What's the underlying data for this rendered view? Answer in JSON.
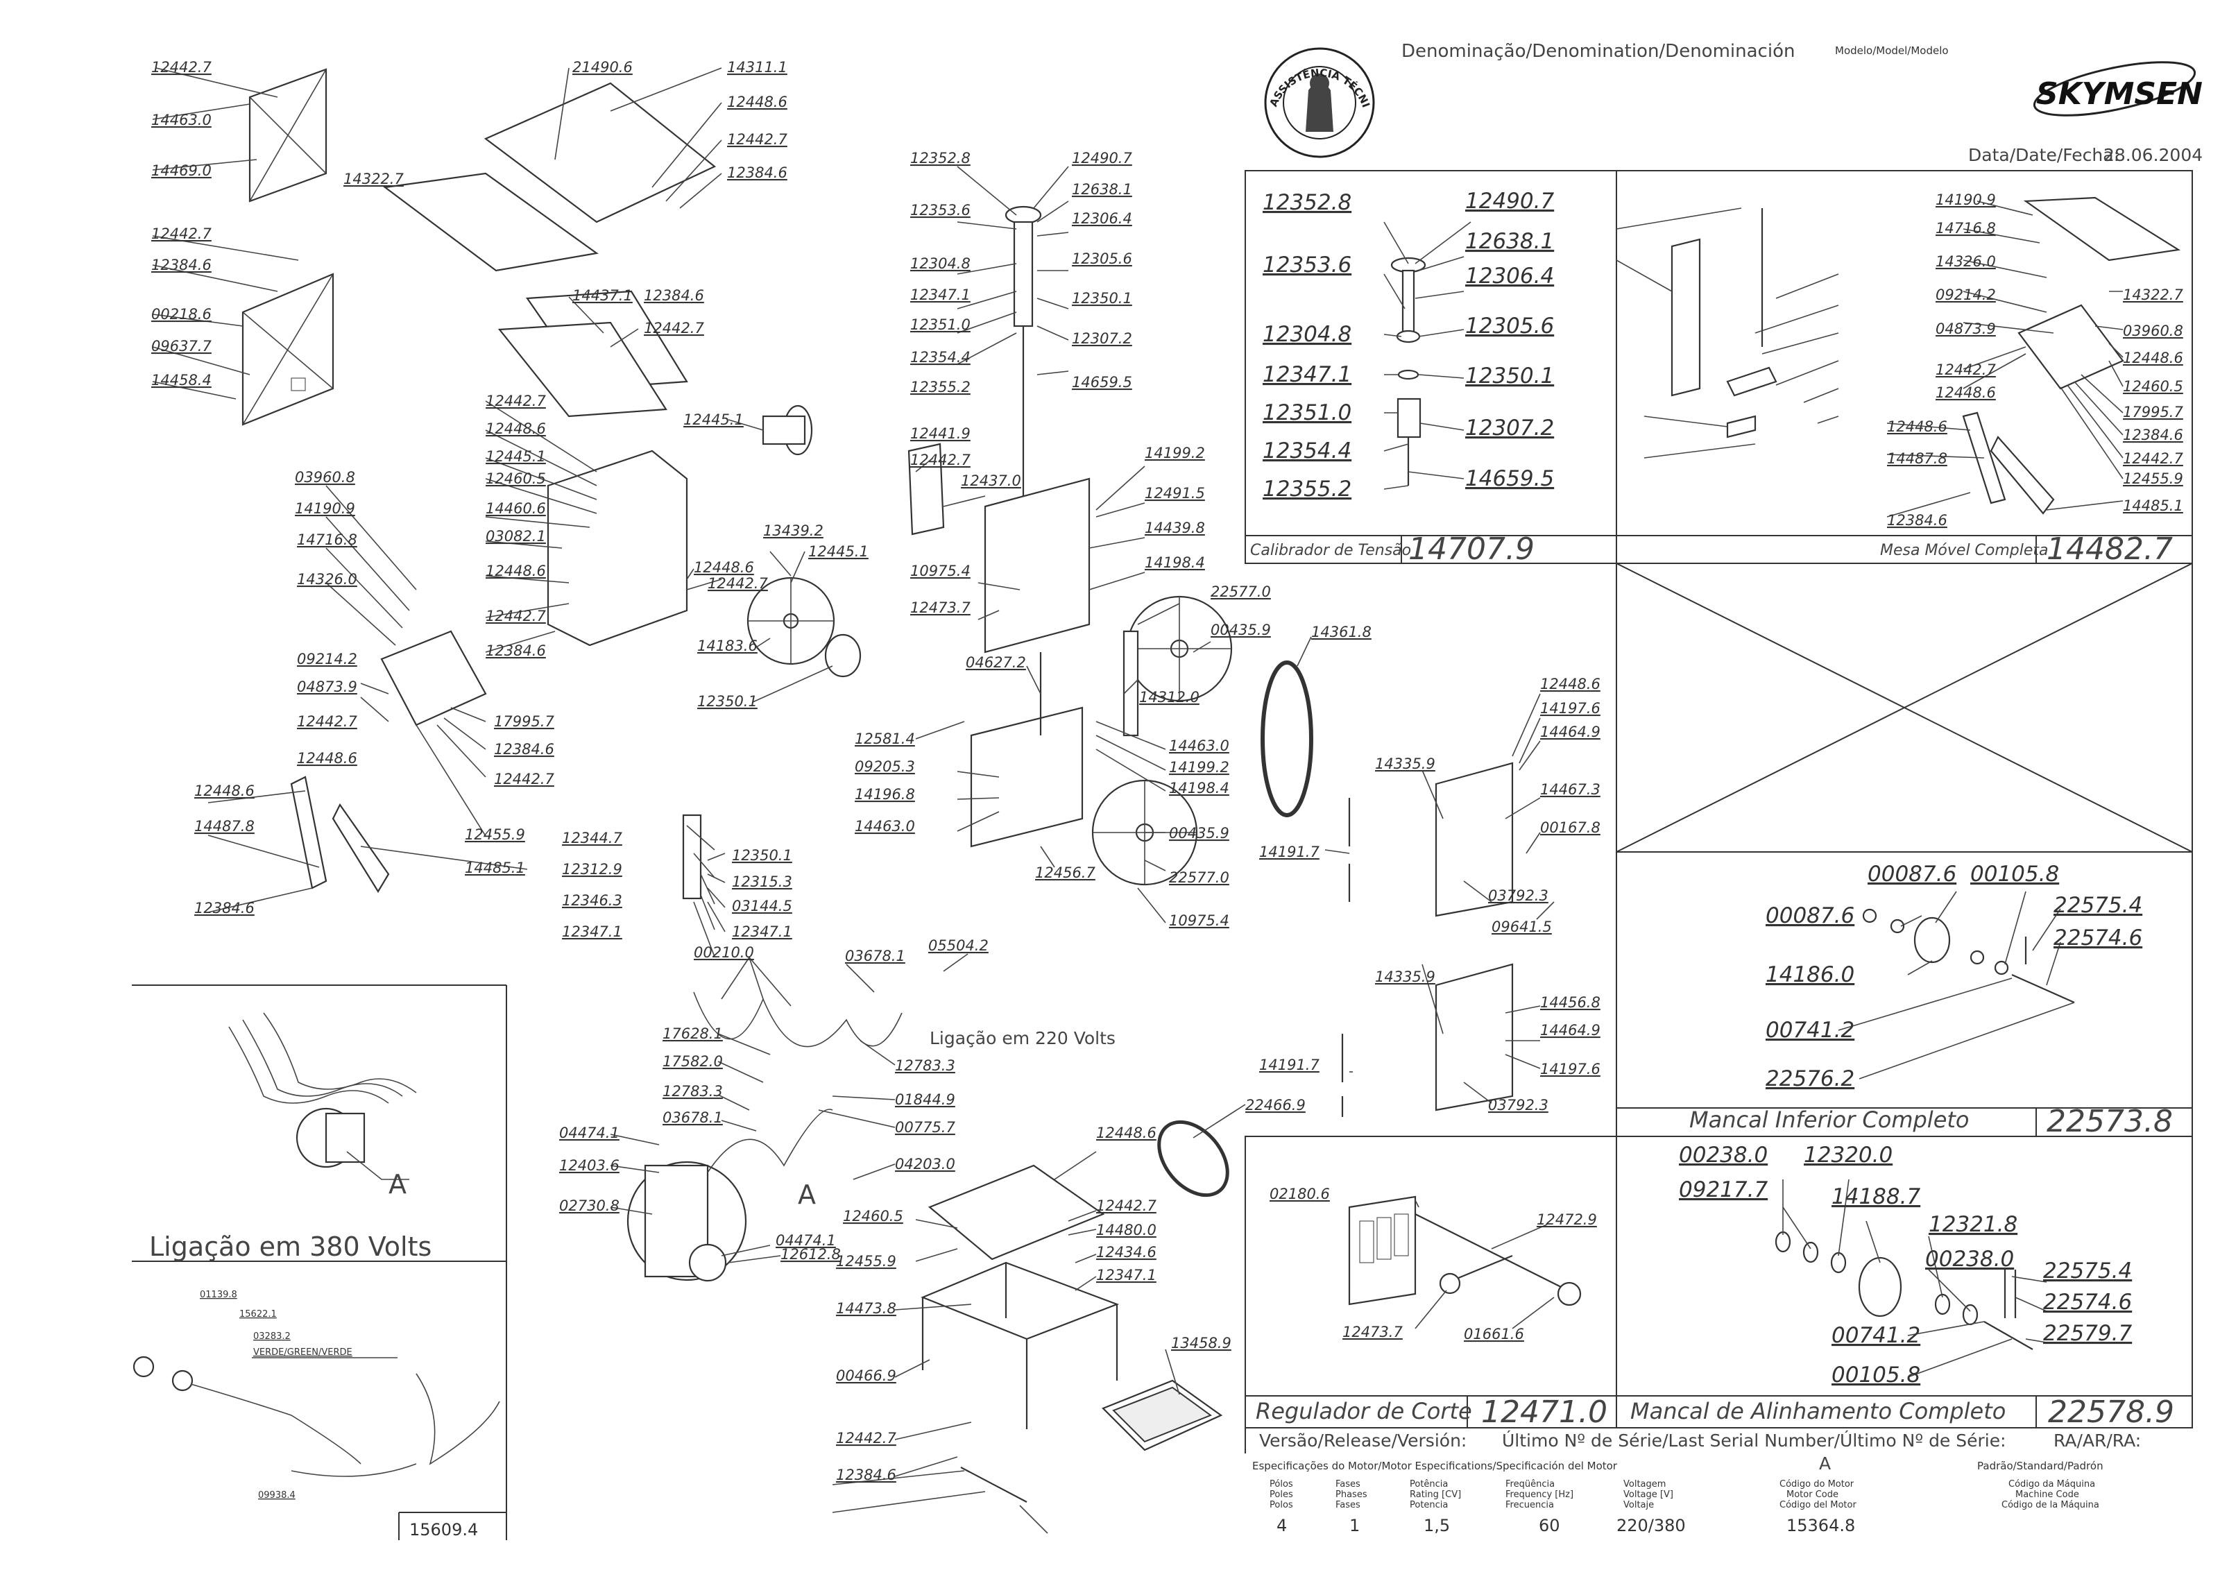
{
  "header": {
    "denomination_label": "Denominação/Denomination/Denominación",
    "model_label": "Modelo/Model/Modelo",
    "brand": "SKYMSEN",
    "seal_text": "ASSISTÊNCIA TÉCNICA AUTORIZADA",
    "date_label": "Data/Date/Fecha:",
    "date_value": "28.06.2004"
  },
  "main_labels": [
    "12442.7",
    "14463.0",
    "14469.0",
    "12442.7",
    "12384.6",
    "00218.6",
    "09637.7",
    "14458.4",
    "21490.6",
    "14311.1",
    "12448.6",
    "12442.7",
    "12384.6",
    "14322.7",
    "14437.1",
    "12384.6",
    "12442.7",
    "12442.7",
    "12448.6",
    "12445.1",
    "12460.5",
    "14460.6",
    "03082.1",
    "12448.6",
    "12442.7",
    "12384.6",
    "12448.6",
    "12442.7",
    "03960.8",
    "14190.9",
    "14716.8",
    "14326.0",
    "09214.2",
    "04873.9",
    "12442.7",
    "12448.6",
    "17995.7",
    "12384.6",
    "12442.7",
    "12455.9",
    "12448.6",
    "14487.8",
    "14485.1",
    "12384.6",
    "12445.1",
    "13439.2",
    "12445.1",
    "14183.6",
    "12350.1",
    "12352.8",
    "12490.7",
    "12638.1",
    "12353.6",
    "12306.4",
    "12304.8",
    "12305.6",
    "12347.1",
    "12350.1",
    "12351.0",
    "12307.2",
    "12354.4",
    "12355.2",
    "14659.5",
    "12441.9",
    "12442.7",
    "12437.0",
    "14199.2",
    "12491.5",
    "14439.8",
    "14198.4",
    "10975.4",
    "22577.0",
    "12473.7",
    "00435.9",
    "14312.0",
    "04627.2",
    "12581.4",
    "09205.3",
    "14196.8",
    "14463.0",
    "14463.0",
    "14199.2",
    "14198.4",
    "00435.9",
    "12456.7",
    "22577.0",
    "10975.4",
    "12344.7",
    "12312.9",
    "12346.3",
    "12347.1",
    "12350.1",
    "12315.3",
    "03144.5",
    "12347.1",
    "14361.8",
    "14191.7",
    "14335.9",
    "12448.6",
    "14197.6",
    "14464.9",
    "14467.3",
    "00167.8",
    "03792.3",
    "09641.5",
    "14335.9",
    "14456.8",
    "14464.9",
    "14197.6",
    "14191.7",
    "03792.3",
    "22466.9",
    "00210.0",
    "03678.1",
    "05504.2",
    "17628.1",
    "17582.0",
    "12783.3",
    "12783.3",
    "01844.9",
    "03678.1",
    "00775.7",
    "04474.1",
    "12403.6",
    "04203.0",
    "02730.8",
    "04474.1",
    "12612.8",
    "12448.6",
    "12442.7",
    "12460.5",
    "14480.0",
    "12455.9",
    "12434.6",
    "12347.1",
    "14473.8",
    "00466.9",
    "13458.9",
    "12442.7",
    "12384.6"
  ],
  "wiring": {
    "v220_label": "Ligação em 220 Volts",
    "v380_label": "Ligação em 380 Volts",
    "marker_a": "A",
    "cable_labels": [
      "01139.8",
      "15622.1",
      "03283.2",
      "VERDE/GREEN/VERDE",
      "09938.4"
    ],
    "cable_code": "15609.4"
  },
  "tension_box": {
    "labels": [
      "12352.8",
      "12490.7",
      "12638.1",
      "12353.6",
      "12306.4",
      "12304.8",
      "12305.6",
      "12347.1",
      "12350.1",
      "12351.0",
      "12307.2",
      "12354.4",
      "14659.5",
      "12355.2"
    ],
    "title": "Calibrador de Tensão",
    "code": "14707.9"
  },
  "table_box": {
    "labels": [
      "14190.9",
      "14716.8",
      "14326.0",
      "09214.2",
      "04873.9",
      "12442.7",
      "12448.6",
      "12448.6",
      "14487.8",
      "12384.6",
      "14322.7",
      "03960.8",
      "12448.6",
      "12460.5",
      "17995.7",
      "12384.6",
      "12442.7",
      "12455.9",
      "14485.1"
    ],
    "title": "Mesa Móvel Completa",
    "code": "14482.7"
  },
  "lower_bearing": {
    "labels": [
      "00087.6",
      "00105.8",
      "22575.4",
      "00087.6",
      "22574.6",
      "14186.0",
      "00741.2",
      "22576.2"
    ],
    "title": "Mancal Inferior Completo",
    "code": "22573.8"
  },
  "cut_regulator": {
    "labels": [
      "02180.6",
      "12472.9",
      "12473.7",
      "01661.6"
    ],
    "title": "Regulador de Corte",
    "code": "12471.0"
  },
  "alignment_bearing": {
    "labels": [
      "00238.0",
      "12320.0",
      "09217.7",
      "14188.7",
      "12321.8",
      "00238.0",
      "22575.4",
      "22574.6",
      "00741.2",
      "22579.7",
      "00105.8"
    ],
    "title": "Mancal de Alinhamento Completo",
    "code": "22578.9"
  },
  "footer": {
    "release_label": "Versão/Release/Versión:",
    "serial_label": "Último Nº de Série/Last Serial Number/Último Nº de Série:",
    "ra_label": "RA/AR/RA:",
    "spec_label": "Especificações do Motor/Motor Especifications/Specificación del Motor",
    "spec_marker": "A",
    "standard_label": "Padrão/Standard/Padrón",
    "columns": [
      {
        "head": [
          "Pólos",
          "Poles",
          "Polos"
        ],
        "value": "4"
      },
      {
        "head": [
          "Fases",
          "Phases",
          "Fases"
        ],
        "value": "1"
      },
      {
        "head": [
          "Potência",
          "Rating [CV]",
          "Potencia"
        ],
        "value": "1,5"
      },
      {
        "head": [
          "Freqüência",
          "Frequency [Hz]",
          "Frecuencia"
        ],
        "value": "60"
      },
      {
        "head": [
          "Voltagem",
          "Voltage [V]",
          "Voltaje"
        ],
        "value": "220/380"
      },
      {
        "head": [
          "Código do Motor",
          "Motor Code",
          "Código del Motor"
        ],
        "value": "15364.8"
      },
      {
        "head": [
          "Código da Máquina",
          "Machine Code",
          "Código de la Máquina"
        ],
        "value": ""
      }
    ]
  }
}
